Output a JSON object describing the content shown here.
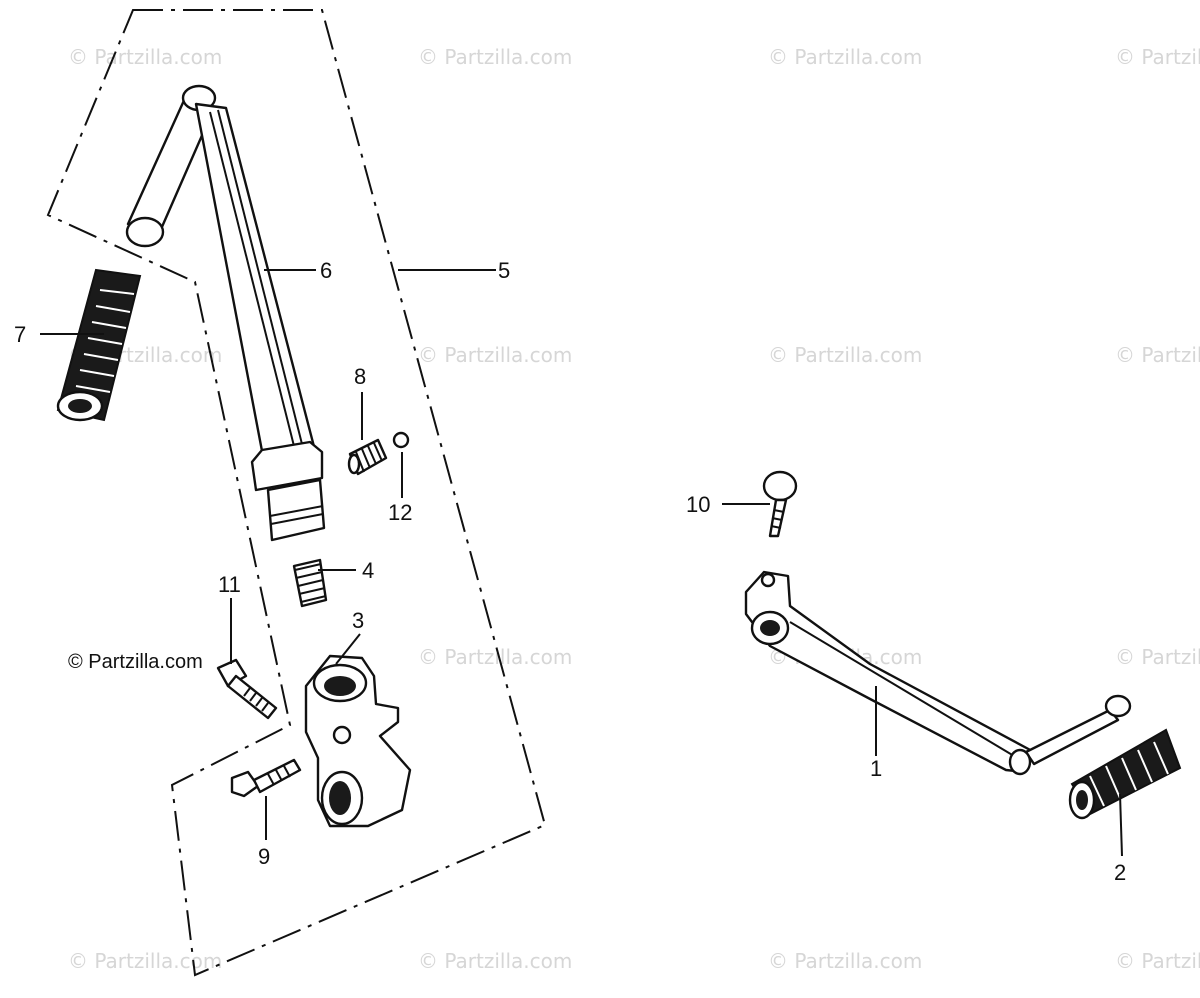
{
  "copyright": "© Partzilla.com",
  "watermarks": [
    "© Partzilla.com"
  ],
  "callouts": [
    {
      "id": "1",
      "label": "1"
    },
    {
      "id": "2",
      "label": "2"
    },
    {
      "id": "3",
      "label": "3"
    },
    {
      "id": "4",
      "label": "4"
    },
    {
      "id": "5",
      "label": "5"
    },
    {
      "id": "6",
      "label": "6"
    },
    {
      "id": "7",
      "label": "7"
    },
    {
      "id": "8",
      "label": "8"
    },
    {
      "id": "9",
      "label": "9"
    },
    {
      "id": "10",
      "label": "10"
    },
    {
      "id": "11",
      "label": "11"
    },
    {
      "id": "12",
      "label": "12"
    }
  ],
  "colors": {
    "ink": "#111111",
    "watermark": "#d6d6d6",
    "background": "#ffffff"
  }
}
